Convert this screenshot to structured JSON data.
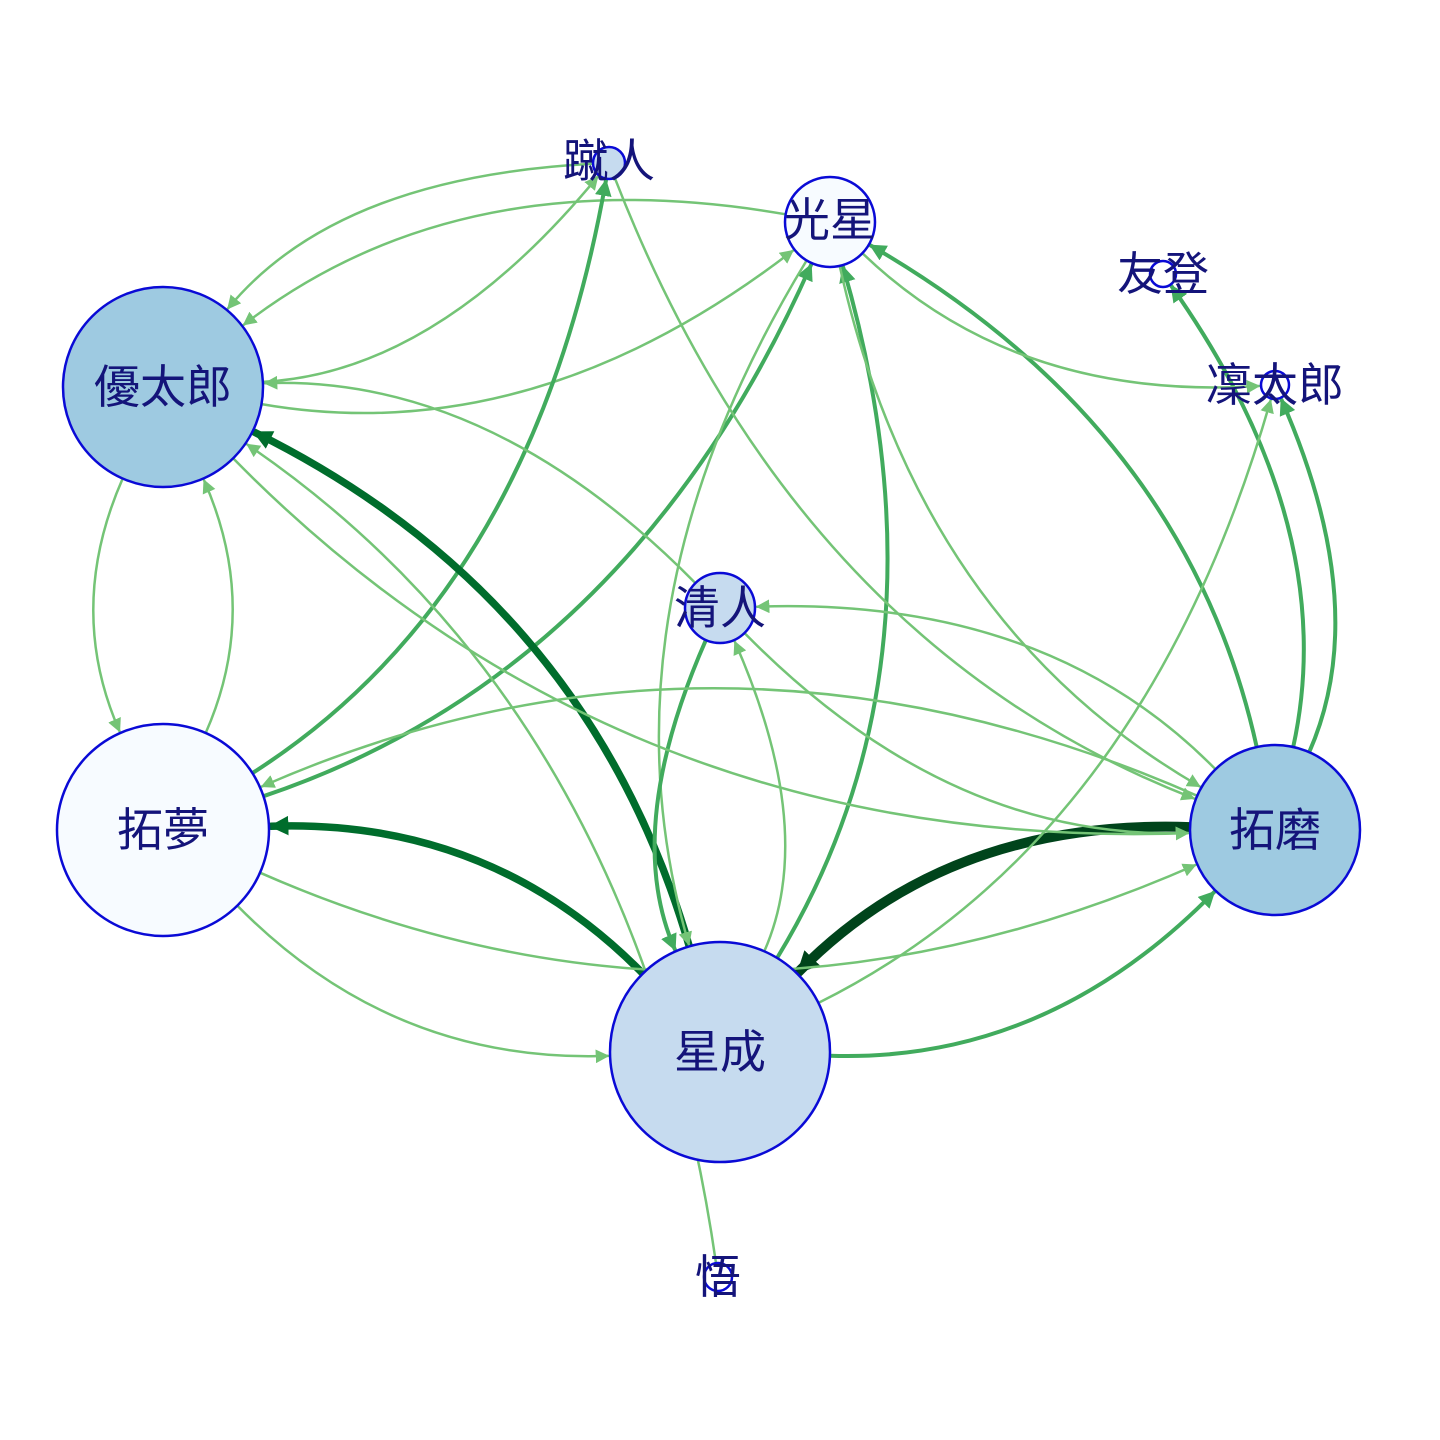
{
  "colors": {
    "node_stroke": "#0a0ad6",
    "label": "#14147a",
    "weight_1": "#74c476",
    "weight_2": "#41ab5d",
    "weight_3": "#006d2c",
    "weight_4": "#00441b"
  },
  "nodes": [
    {
      "id": "yutaro",
      "label": "優太郎",
      "fill": "#9ecae1",
      "degree": 5
    },
    {
      "id": "shuto",
      "label": "蹴人",
      "fill": "#c6dbef",
      "degree": 1
    },
    {
      "id": "kousei",
      "label": "光星",
      "fill": "#f7fbff",
      "degree": 2
    },
    {
      "id": "yuto",
      "label": "友登",
      "fill": "#ffffff",
      "degree": 1
    },
    {
      "id": "rintaro",
      "label": "凜太郎",
      "fill": "#ffffff",
      "degree": 1
    },
    {
      "id": "kiyoto",
      "label": "清人",
      "fill": "#c6dbef",
      "degree": 2
    },
    {
      "id": "takumu",
      "label": "拓夢",
      "fill": "#f7fbff",
      "degree": 5
    },
    {
      "id": "takuma",
      "label": "拓磨",
      "fill": "#9ecae1",
      "degree": 4
    },
    {
      "id": "seina",
      "label": "星成",
      "fill": "#c6dbef",
      "degree": 5
    },
    {
      "id": "satoru",
      "label": "悟",
      "fill": "#ffffff",
      "degree": 1
    }
  ],
  "edges": [
    {
      "from": "yutaro",
      "to": "shuto",
      "weight": 1
    },
    {
      "from": "yutaro",
      "to": "kousei",
      "weight": 1
    },
    {
      "from": "kousei",
      "to": "yutaro",
      "weight": 1
    },
    {
      "from": "shuto",
      "to": "yutaro",
      "weight": 1
    },
    {
      "from": "yutaro",
      "to": "takumu",
      "weight": 1
    },
    {
      "from": "takumu",
      "to": "yutaro",
      "weight": 1
    },
    {
      "from": "takumu",
      "to": "shuto",
      "weight": 2
    },
    {
      "from": "takumu",
      "to": "kousei",
      "weight": 2
    },
    {
      "from": "seina",
      "to": "yutaro",
      "weight": 3
    },
    {
      "from": "seina",
      "to": "takumu",
      "weight": 3
    },
    {
      "from": "takuma",
      "to": "seina",
      "weight": 4
    },
    {
      "from": "seina",
      "to": "takuma",
      "weight": 2
    },
    {
      "from": "seina",
      "to": "kousei",
      "weight": 2
    },
    {
      "from": "kousei",
      "to": "seina",
      "weight": 1
    },
    {
      "from": "seina",
      "to": "kiyoto",
      "weight": 1
    },
    {
      "from": "kiyoto",
      "to": "seina",
      "weight": 2
    },
    {
      "from": "takuma",
      "to": "kousei",
      "weight": 2
    },
    {
      "from": "takuma",
      "to": "yuto",
      "weight": 2
    },
    {
      "from": "takuma",
      "to": "rintaro",
      "weight": 2
    },
    {
      "from": "kousei",
      "to": "takuma",
      "weight": 1
    },
    {
      "from": "kiyoto",
      "to": "takuma",
      "weight": 1
    },
    {
      "from": "takuma",
      "to": "kiyoto",
      "weight": 1
    },
    {
      "from": "yutaro",
      "to": "takuma",
      "weight": 1
    },
    {
      "from": "kiyoto",
      "to": "yutaro",
      "weight": 1
    },
    {
      "from": "takumu",
      "to": "takuma",
      "weight": 1
    },
    {
      "from": "takuma",
      "to": "takumu",
      "weight": 1
    },
    {
      "from": "takumu",
      "to": "seina",
      "weight": 1
    },
    {
      "from": "satoru",
      "to": "yutaro",
      "weight": 1
    },
    {
      "from": "shuto",
      "to": "takuma",
      "weight": 1
    },
    {
      "from": "kousei",
      "to": "rintaro",
      "weight": 1
    },
    {
      "from": "seina",
      "to": "rintaro",
      "weight": 1
    }
  ]
}
